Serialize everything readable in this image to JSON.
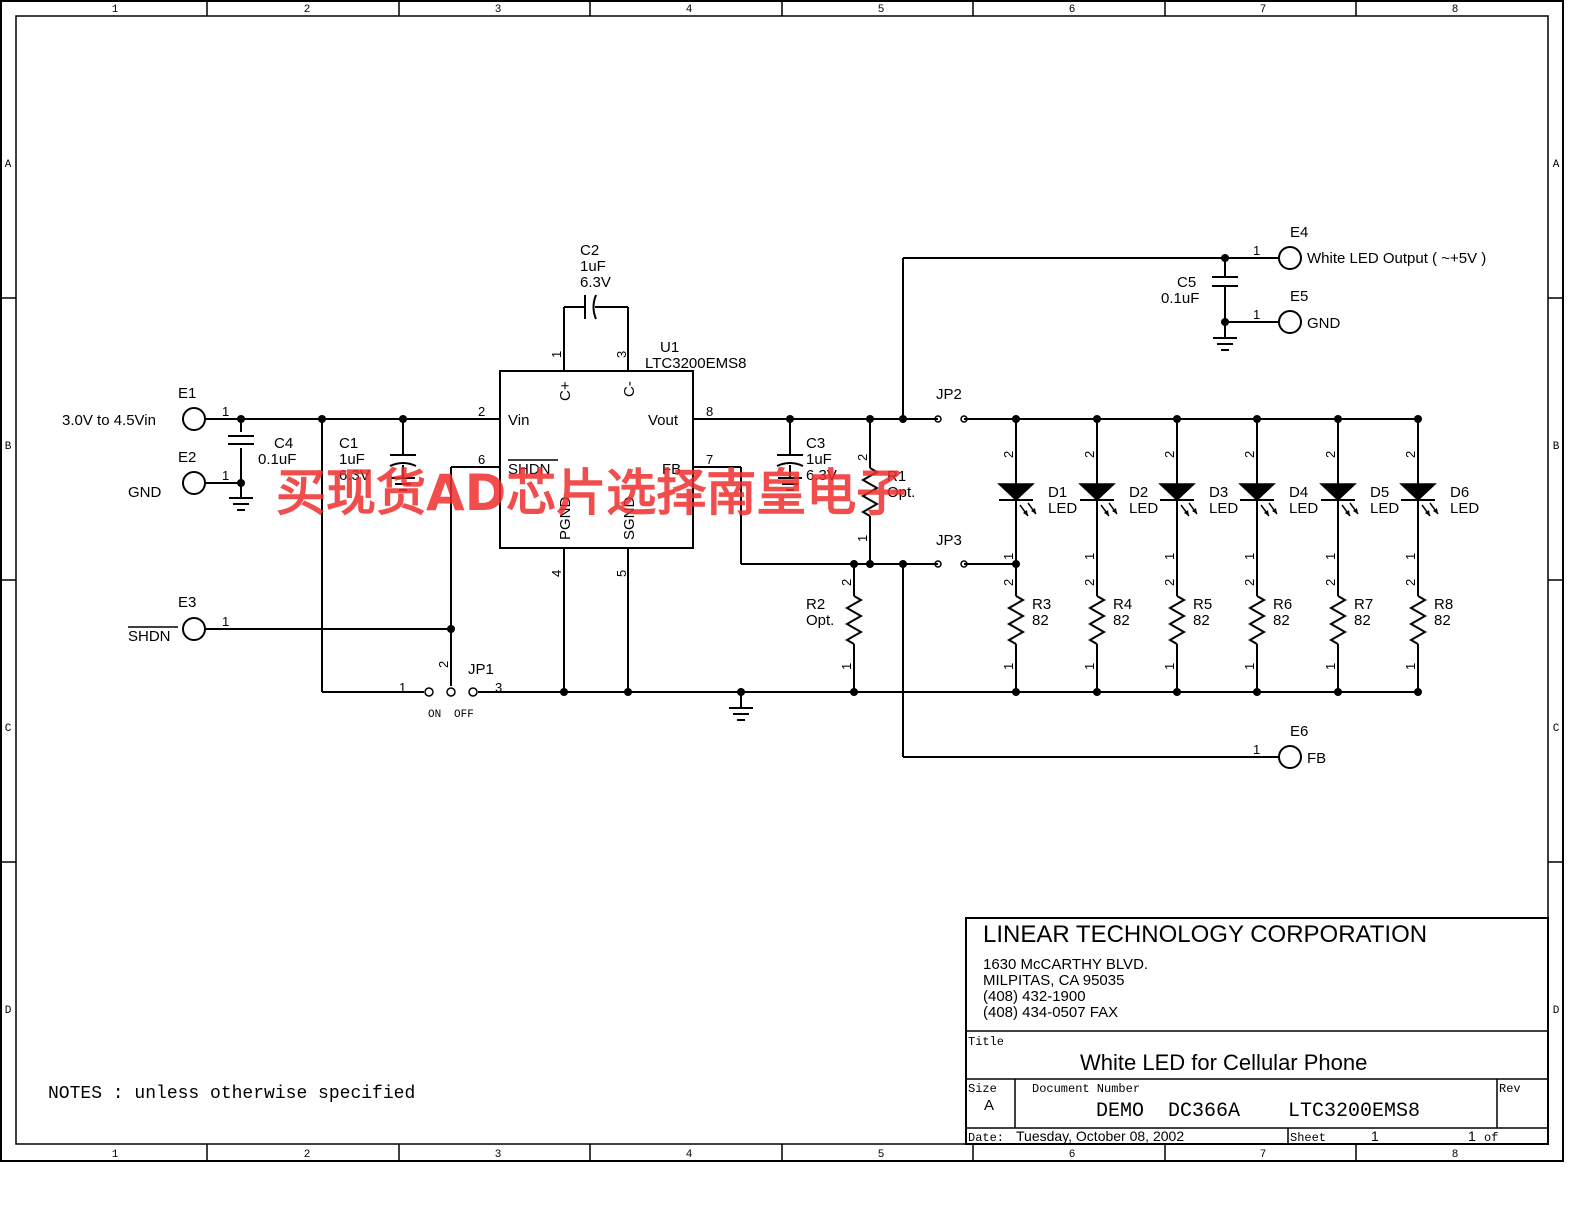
{
  "frame": {
    "columns": [
      "1",
      "2",
      "3",
      "4",
      "5",
      "6",
      "7",
      "8"
    ],
    "rows": [
      "A",
      "B",
      "C",
      "D"
    ]
  },
  "connectors": {
    "e1": {
      "ref": "E1",
      "label": "3.0V to 4.5Vin",
      "pin": "1"
    },
    "e2": {
      "ref": "E2",
      "label": "GND",
      "pin": "1"
    },
    "e3": {
      "ref": "E3",
      "label": "SHDN",
      "pin": "1"
    },
    "e4": {
      "ref": "E4",
      "label": "White LED Output ( ~+5V )",
      "pin": "1"
    },
    "e5": {
      "ref": "E5",
      "label": "GND",
      "pin": "1"
    },
    "e6": {
      "ref": "E6",
      "label": "FB",
      "pin": "1"
    }
  },
  "capacitors": {
    "c1": {
      "ref": "C1",
      "value": "1uF",
      "rating": "6.3V"
    },
    "c2": {
      "ref": "C2",
      "value": "1uF",
      "rating": "6.3V"
    },
    "c3": {
      "ref": "C3",
      "value": "1uF",
      "rating": "6.3V"
    },
    "c4": {
      "ref": "C4",
      "value": "0.1uF"
    },
    "c5": {
      "ref": "C5",
      "value": "0.1uF"
    }
  },
  "ic": {
    "ref": "U1",
    "part": "LTC3200EMS8",
    "pins": {
      "vin": "Vin",
      "vout": "Vout",
      "shdn": "SHDN",
      "fb": "FB",
      "cplus": "C+",
      "cminus": "C-",
      "pgnd": "PGND",
      "sgnd": "SGND",
      "n1": "1",
      "n2": "2",
      "n3": "3",
      "n4": "4",
      "n5": "5",
      "n6": "6",
      "n7": "7",
      "n8": "8"
    }
  },
  "jumpers": {
    "jp1": {
      "ref": "JP1",
      "on": "ON",
      "off": "OFF",
      "p1": "1",
      "p2": "2",
      "p3": "3"
    },
    "jp2": {
      "ref": "JP2"
    },
    "jp3": {
      "ref": "JP3"
    }
  },
  "resistors": {
    "r1": {
      "ref": "R1",
      "value": "Opt."
    },
    "r2": {
      "ref": "R2",
      "value": "Opt."
    },
    "leds": [
      {
        "ref": "R3",
        "value": "82"
      },
      {
        "ref": "R4",
        "value": "82"
      },
      {
        "ref": "R5",
        "value": "82"
      },
      {
        "ref": "R6",
        "value": "82"
      },
      {
        "ref": "R7",
        "value": "82"
      },
      {
        "ref": "R8",
        "value": "82"
      }
    ]
  },
  "diodes": [
    {
      "ref": "D1",
      "value": "LED"
    },
    {
      "ref": "D2",
      "value": "LED"
    },
    {
      "ref": "D3",
      "value": "LED"
    },
    {
      "ref": "D4",
      "value": "LED"
    },
    {
      "ref": "D5",
      "value": "LED"
    },
    {
      "ref": "D6",
      "value": "LED"
    }
  ],
  "pin_numbers": {
    "one": "1",
    "two": "2"
  },
  "notes": "NOTES : unless otherwise specified",
  "watermark": "买现货AD芯片选择南皇电子",
  "title_block": {
    "company": "LINEAR TECHNOLOGY CORPORATION",
    "address1": "1630 McCARTHY BLVD.",
    "address2": "MILPITAS, CA  95035",
    "phone": "(408) 432-1900",
    "fax": "(408) 434-0507 FAX",
    "title_label": "Title",
    "title": "White LED for Cellular Phone",
    "size_label": "Size",
    "size": "A",
    "docnum_label": "Document Number",
    "docnum": "DEMO  DC366A    LTC3200EMS8",
    "rev_label": "Rev",
    "date_label": "Date:",
    "date": "Tuesday, October 08, 2002",
    "sheet_label": "Sheet",
    "sheet": "1",
    "of_label": "of",
    "of": "1"
  }
}
